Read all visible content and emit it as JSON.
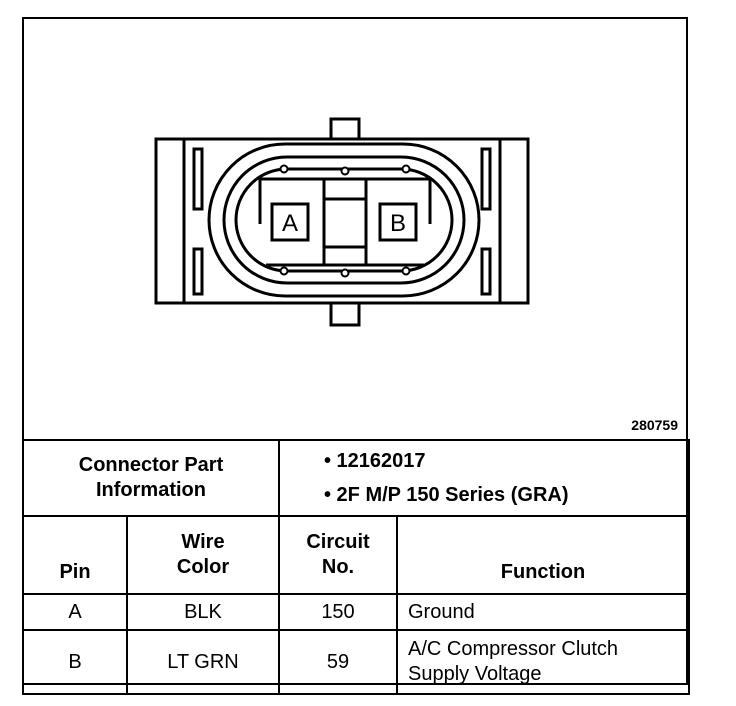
{
  "figure_id": "280759",
  "pins_on_diagram": [
    "A",
    "B"
  ],
  "connector_info": {
    "label_line1": "Connector Part",
    "label_line2": "Information",
    "values": [
      "• 12162017",
      "• 2F M/P 150 Series (GRA)"
    ]
  },
  "table": {
    "headers": {
      "pin": "Pin",
      "wire_color_line1": "Wire",
      "wire_color_line2": "Color",
      "circuit_line1": "Circuit",
      "circuit_line2": "No.",
      "function": "Function"
    },
    "rows": [
      {
        "pin": "A",
        "wire_color": "BLK",
        "circuit": "150",
        "function_line1": "Ground",
        "function_line2": ""
      },
      {
        "pin": "B",
        "wire_color": "LT GRN",
        "circuit": "59",
        "function_line1": "A/C Compressor Clutch",
        "function_line2": "Supply Voltage"
      }
    ]
  }
}
